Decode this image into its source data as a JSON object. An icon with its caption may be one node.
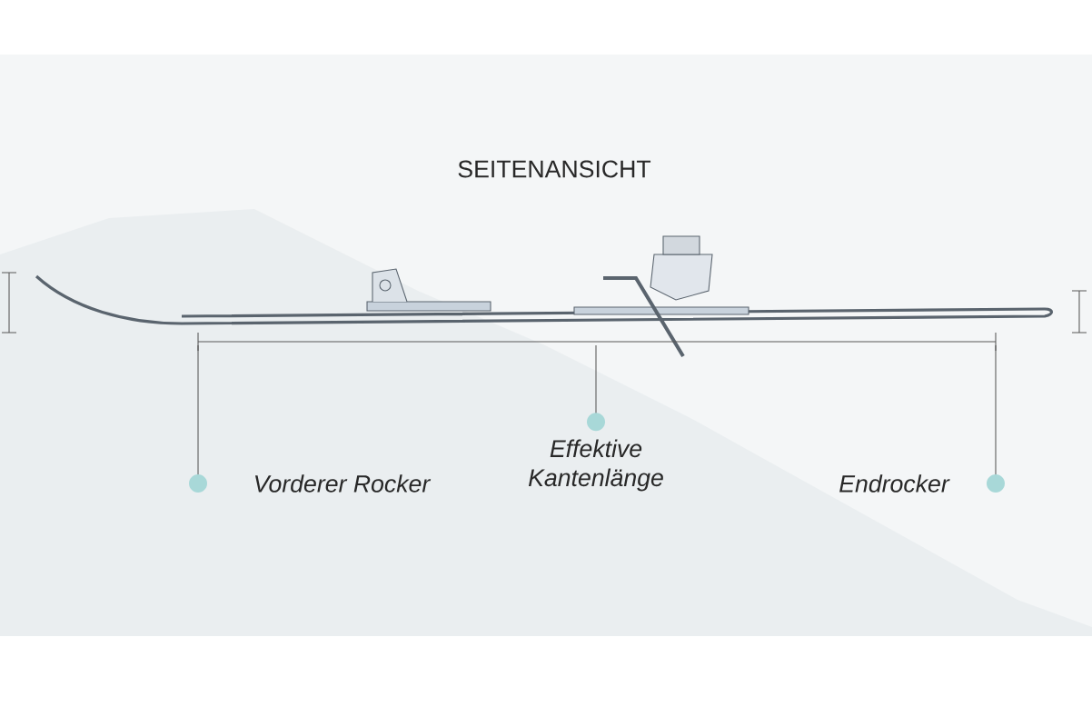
{
  "diagram": {
    "title": "SEITENANSICHT",
    "nodes": [
      {
        "text": [
          "Vorderer Rocker"
        ]
      },
      {
        "text": [
          "Effektive Kantenlänge"
        ]
      },
      {
        "text": [
          "Endrocker"
        ]
      }
    ],
    "edges": [
      {
        "from": 0,
        "to": null,
        "arrow": "other"
      },
      {
        "from": 1,
        "to": null,
        "arrow": "other"
      },
      {
        "from": 2,
        "to": null,
        "arrow": "other"
      }
    ]
  }
}
